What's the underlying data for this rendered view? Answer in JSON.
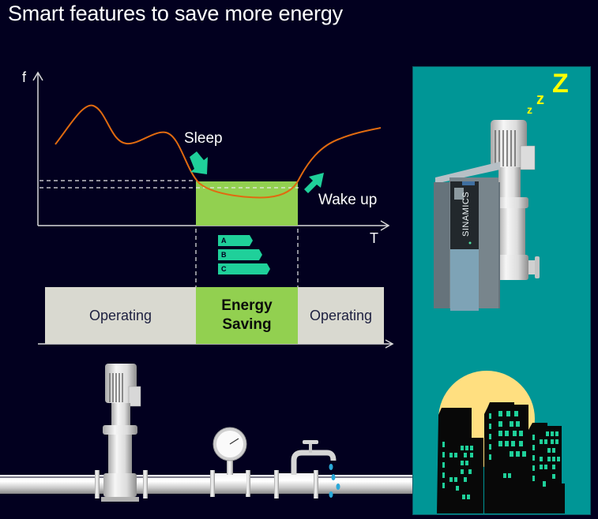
{
  "title": "Smart features to save more energy",
  "chart": {
    "y_axis_label": "f",
    "x_axis_label": "T",
    "annotations": {
      "sleep": "Sleep",
      "wake_up": "Wake up"
    },
    "energy_labels": [
      "A",
      "B",
      "C"
    ]
  },
  "timeline": {
    "segments": [
      {
        "label": "Operating",
        "state": "operating"
      },
      {
        "label_line1": "Energy",
        "label_line2": "Saving",
        "state": "energy-saving"
      },
      {
        "label": "Operating",
        "state": "operating"
      }
    ]
  },
  "right_panel": {
    "sleep_letters": [
      "z",
      "z",
      "Z"
    ],
    "drive_brand": "SINAMICS"
  },
  "colors": {
    "background": "#02001f",
    "curve": "#e06a10",
    "energy_saving_green": "#92d050",
    "arrow_teal": "#1fd09a",
    "operating_grey": "#d9d9d0",
    "panel_teal": "#009696",
    "moon": "#ffdf80",
    "zzz_yellow": "#ffff00"
  }
}
